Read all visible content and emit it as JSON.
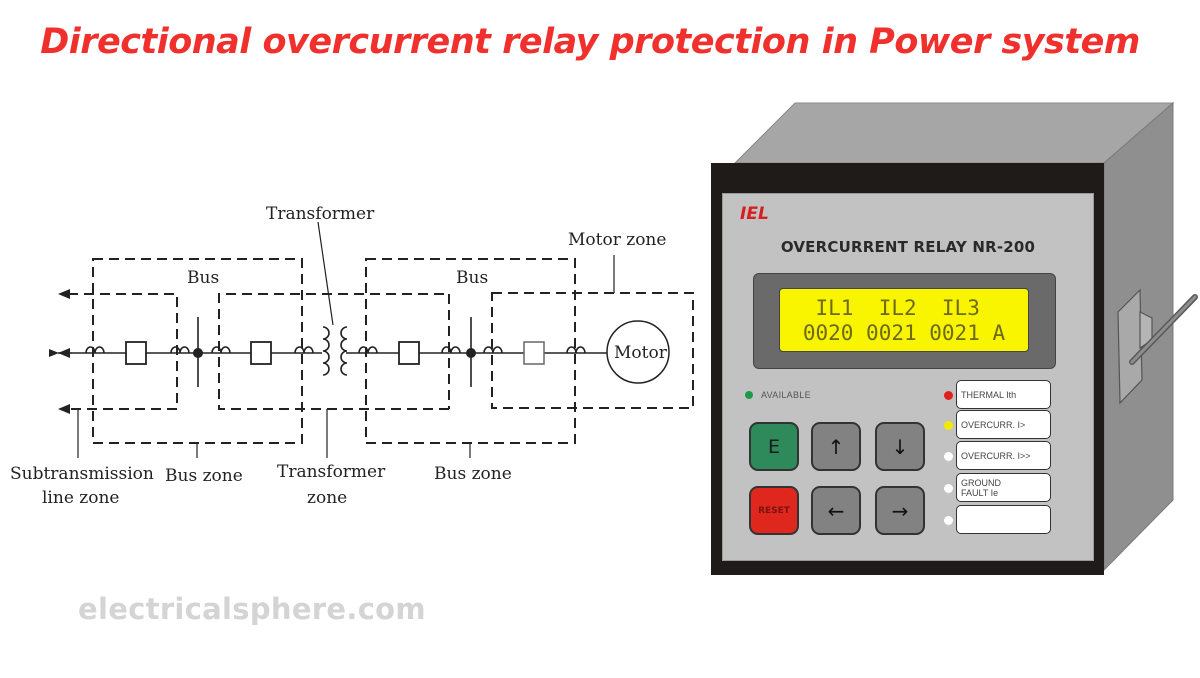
{
  "title": "Directional overcurrent relay protection in Power system",
  "watermark": "electricalsphere.com",
  "diagram": {
    "labels": {
      "transformer": "Transformer",
      "bus_left": "Bus",
      "bus_right": "Bus",
      "motor_zone": "Motor zone",
      "motor": "Motor",
      "subtransmission_line1": "Subtransmission",
      "subtransmission_line2": "line zone",
      "bus_zone_left": "Bus zone",
      "transformer_zone_line1": "Transformer",
      "transformer_zone_line2": "zone",
      "bus_zone_right": "Bus zone"
    }
  },
  "relay": {
    "brand": "IEL",
    "model": "OVERCURRENT RELAY NR-200",
    "display": {
      "line1": "IL1  IL2  IL3 ",
      "line2": "0020 0021 0021 A"
    },
    "phases": [
      "IL1",
      "IL2",
      "IL3"
    ],
    "readings": [
      "0020",
      "0021",
      "0021"
    ],
    "unit": "A",
    "available_label": "AVAILABLE",
    "buttons": {
      "enter": "E",
      "up": "↑",
      "down": "↓",
      "reset": "RESET",
      "left": "←",
      "right": "→"
    },
    "indicators": [
      {
        "label": "THERMAL Ith",
        "led_color": "#e0201a"
      },
      {
        "label": "OVERCURR. I>",
        "led_color": "#f2ea00"
      },
      {
        "label": "OVERCURR. I>>",
        "led_color": "#ffffff"
      },
      {
        "label": "GROUND\nFAULT Ie",
        "led_color": "#ffffff"
      },
      {
        "label": "",
        "led_color": "#ffffff"
      }
    ],
    "colors": {
      "lcd": "#f9f400",
      "available_led": "#1f9a4a",
      "enter_button": "#2f8a5b",
      "reset_button": "#e0271d",
      "nav_button": "#828282",
      "brand": "#d81e1e"
    }
  }
}
